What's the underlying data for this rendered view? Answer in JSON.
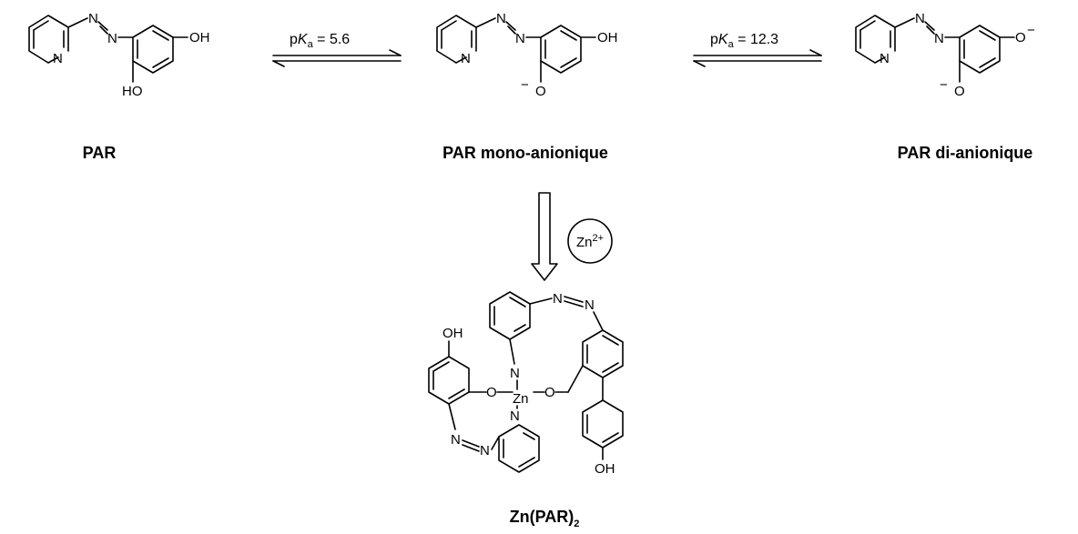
{
  "atoms": {
    "N": "N",
    "OH": "OH",
    "HO": "HO",
    "O": "O",
    "O_minus": "O",
    "minus": "−",
    "Zn": "Zn"
  },
  "equilibria": [
    {
      "prefix": "p",
      "K": "K",
      "sub": "a",
      "value": " = 5.6"
    },
    {
      "prefix": "p",
      "K": "K",
      "sub": "a",
      "value": " = 12.3"
    }
  ],
  "captions": {
    "par": "PAR",
    "mono": "PAR mono-anionique",
    "di": "PAR di-anionique",
    "complex_main": "Zn(PAR)",
    "complex_sub": "2"
  },
  "reagent": {
    "base": "Zn",
    "charge": "2+"
  }
}
